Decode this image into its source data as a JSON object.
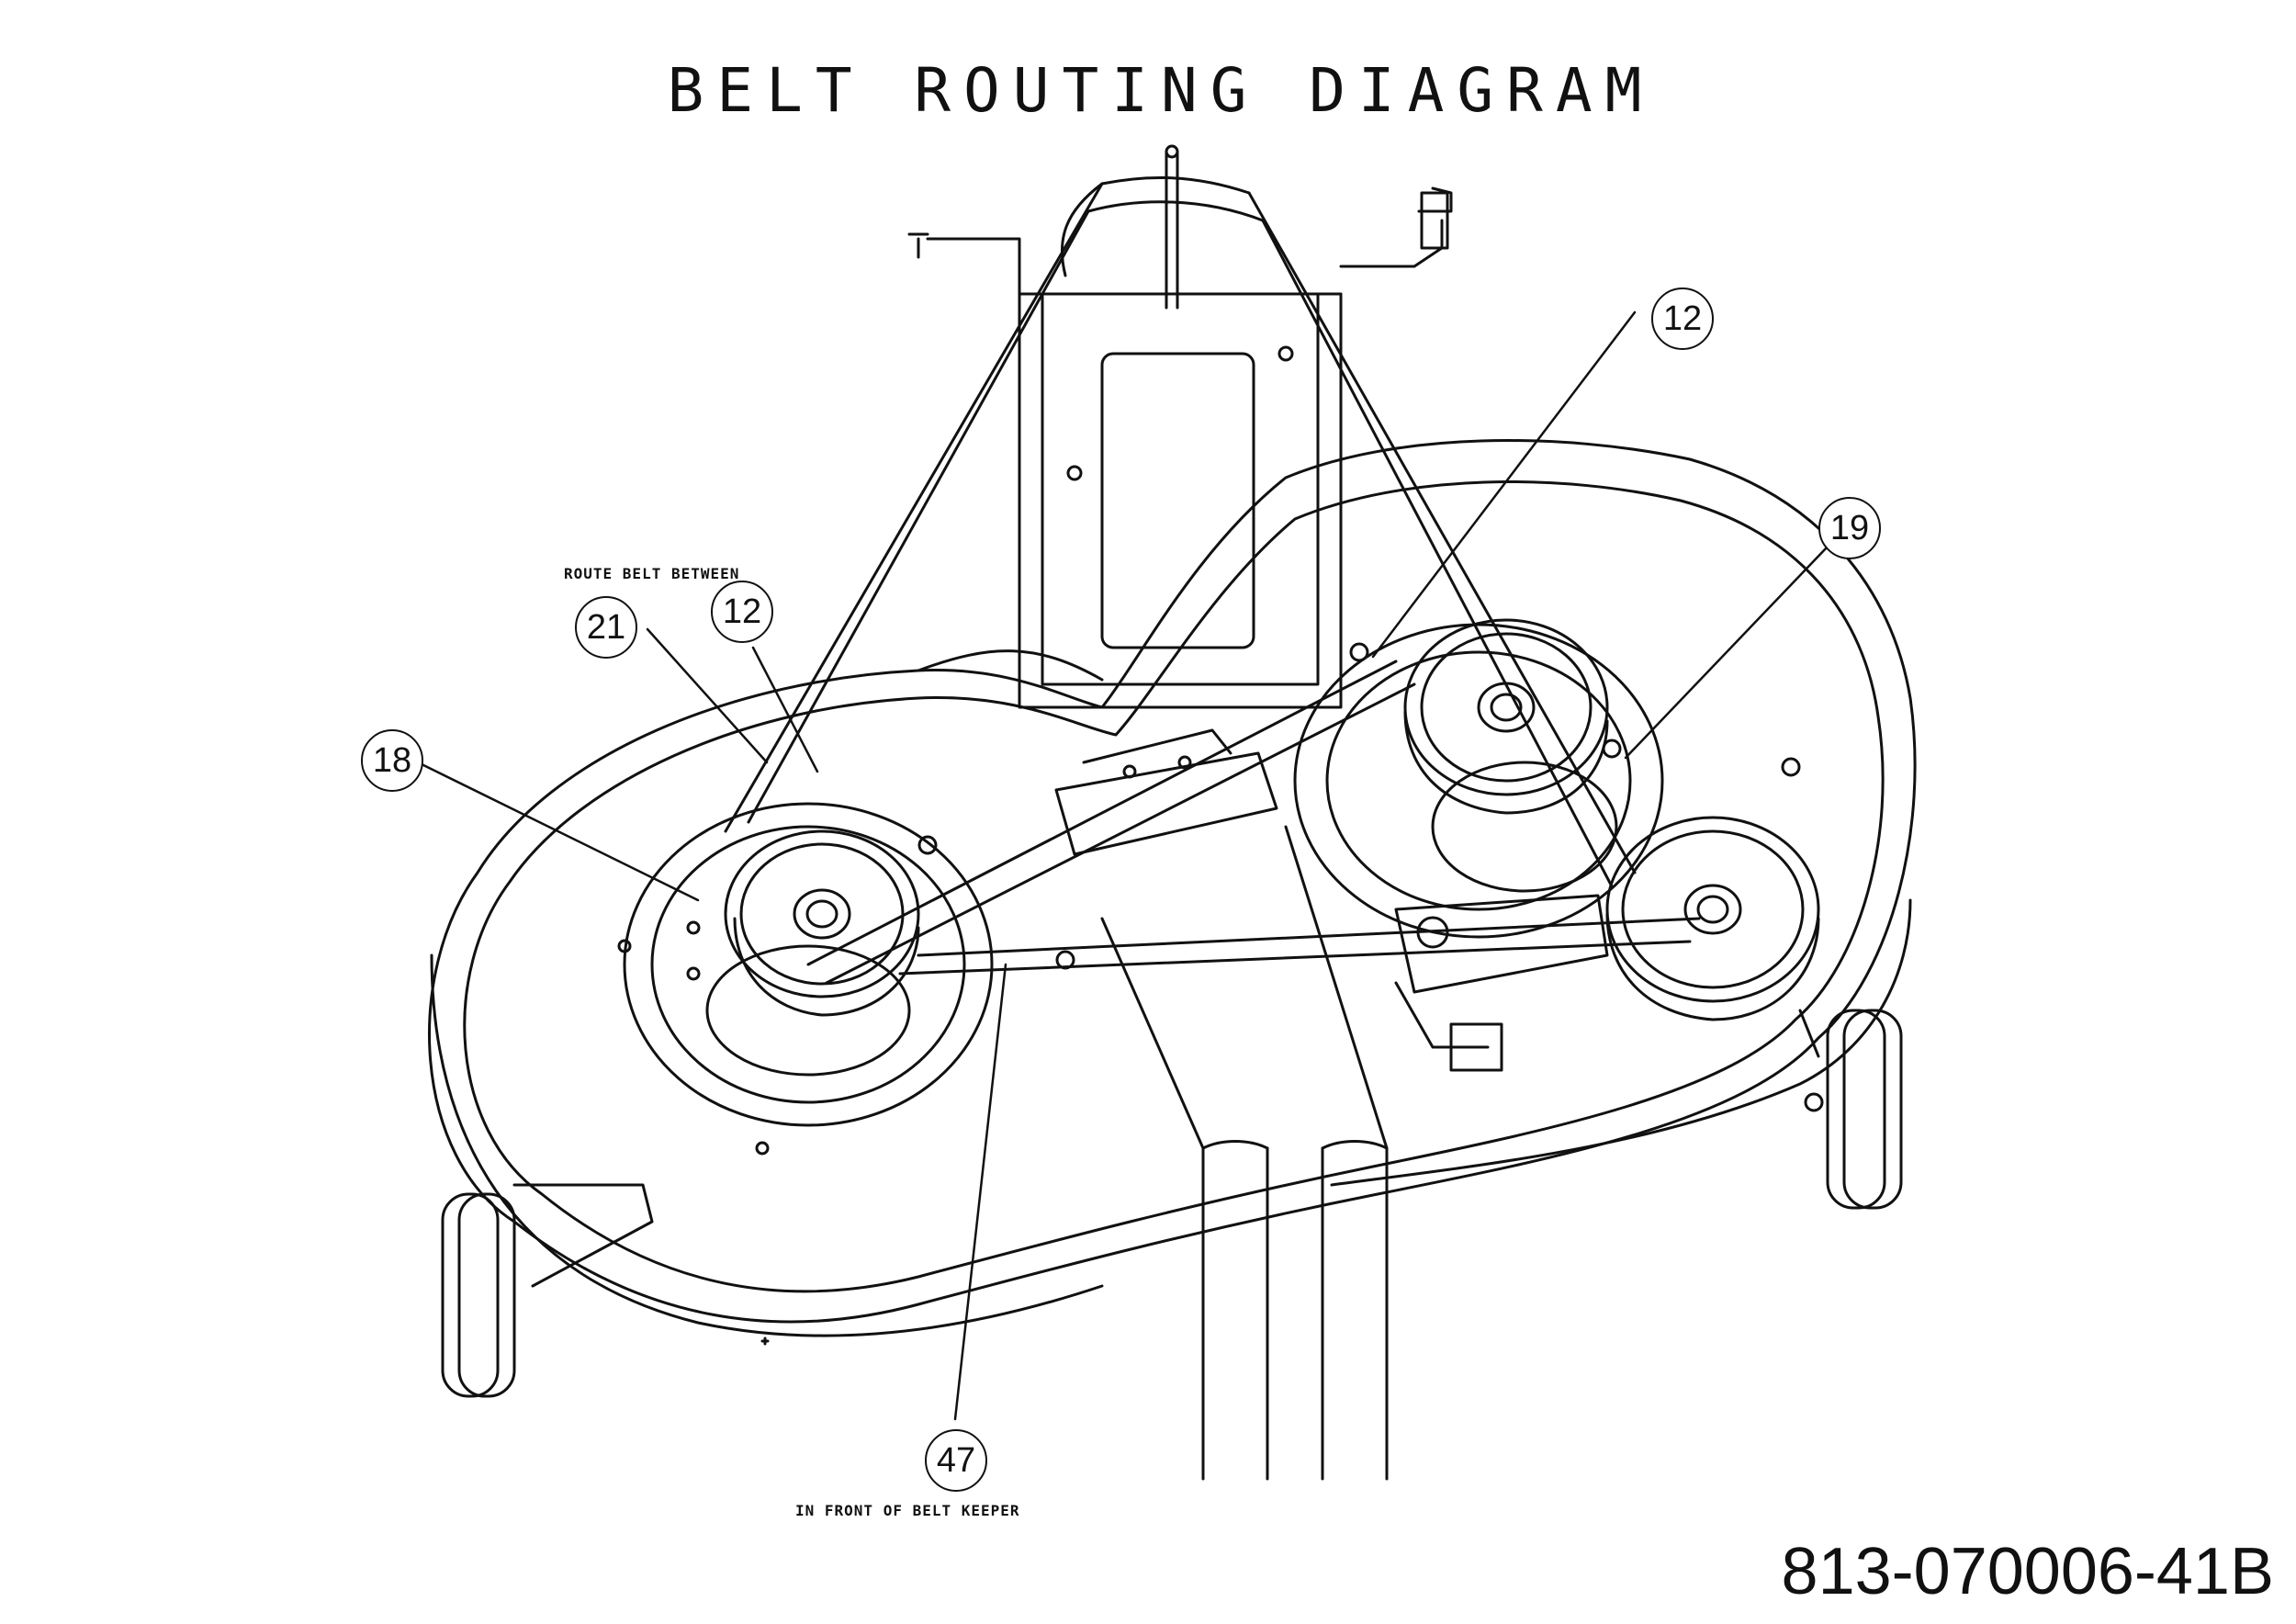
{
  "title": "BELT ROUTING DIAGRAM",
  "document_number": "813-070006-41B",
  "notes": {
    "route_belt_between": "ROUTE BELT BETWEEN",
    "in_front_of_belt_keeper": "IN FRONT OF BELT KEEPER"
  },
  "callouts": [
    {
      "id": "callout-12-upper-right",
      "label": "12"
    },
    {
      "id": "callout-19",
      "label": "19"
    },
    {
      "id": "callout-21",
      "label": "21"
    },
    {
      "id": "callout-12-left",
      "label": "12"
    },
    {
      "id": "callout-18",
      "label": "18"
    },
    {
      "id": "callout-47",
      "label": "47"
    }
  ],
  "colors": {
    "ink": "#111111",
    "paper": "#ffffff"
  }
}
